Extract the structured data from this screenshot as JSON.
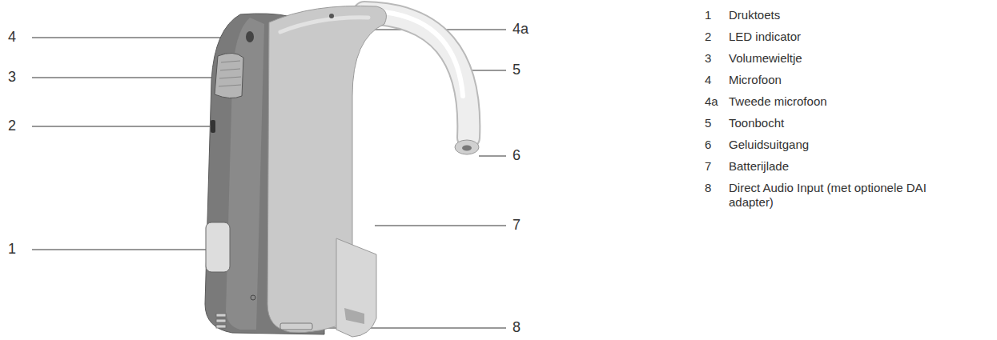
{
  "diagram": {
    "labels": [
      "4",
      "3",
      "2",
      "1",
      "4a",
      "5",
      "6",
      "7",
      "8",
      "1",
      "Druktoets",
      "2",
      "LED indicator",
      "3",
      "Volumewieltje",
      "4",
      "Microfoon",
      "4a",
      "Tweede microfoon",
      "5",
      "Toonbocht",
      "6",
      "Geluidsuitgang",
      "7",
      "Batterijlade",
      "8",
      "Direct Audio Input (met optionele DAI adapter)"
    ]
  }
}
